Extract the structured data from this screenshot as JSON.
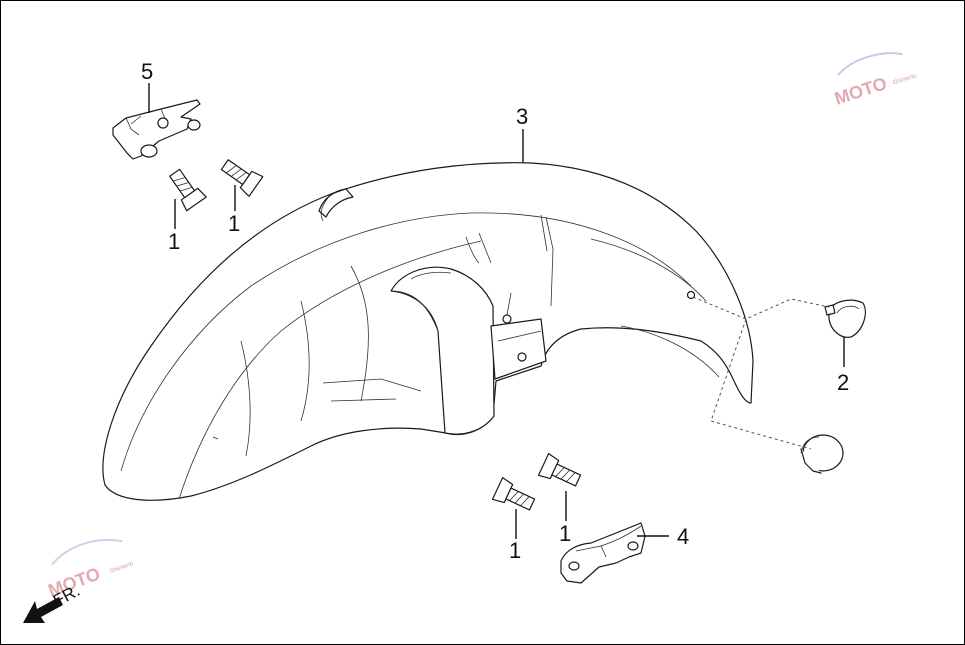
{
  "diagram": {
    "callouts": [
      {
        "id": "c1a",
        "label": "1"
      },
      {
        "id": "c1b",
        "label": "1"
      },
      {
        "id": "c1c",
        "label": "1"
      },
      {
        "id": "c1d",
        "label": "1"
      },
      {
        "id": "c2",
        "label": "2"
      },
      {
        "id": "c3",
        "label": "3"
      },
      {
        "id": "c4",
        "label": "4"
      },
      {
        "id": "c5",
        "label": "5"
      }
    ],
    "direction_label": "FR.",
    "watermark": {
      "main": "MOTO",
      "sub": "Ghimerto"
    },
    "colors": {
      "line": "#1a1a1a",
      "watermark": "#e0a0a8",
      "dashed": "#555555"
    }
  }
}
